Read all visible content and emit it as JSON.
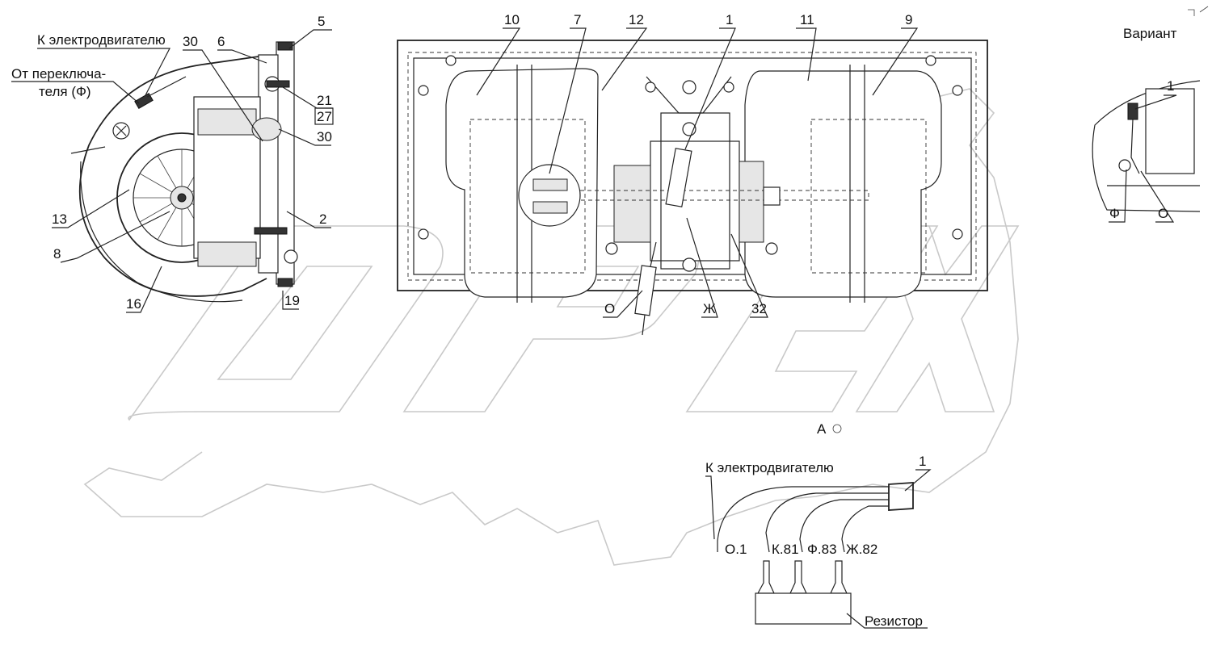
{
  "labels": {
    "to_motor_top": "К электродвигателю",
    "from_switch_1": "От переключа-",
    "from_switch_2": "теля (Ф)",
    "variant": "Вариант",
    "view_a": "А",
    "to_motor_bottom": "К электродвигателю",
    "resistor": "Резистор"
  },
  "callouts": {
    "c30a": "30",
    "c6": "6",
    "c5": "5",
    "c21": "21",
    "c27": "27",
    "c30b": "30",
    "c2": "2",
    "c13": "13",
    "c8": "8",
    "c16": "16",
    "c19": "19",
    "c10": "10",
    "c7": "7",
    "c12": "12",
    "c1_main": "1",
    "c11": "11",
    "c9": "9",
    "wire_o": "О",
    "wire_zh": "Ж",
    "c32": "32",
    "c1_variant": "1",
    "var_f": "Ф",
    "var_o": "О",
    "c1_bottom": "1"
  },
  "terminals": [
    "О.1",
    "К.81",
    "Ф.83",
    "Ж.82"
  ],
  "watermark_text": "ОРЕХ"
}
